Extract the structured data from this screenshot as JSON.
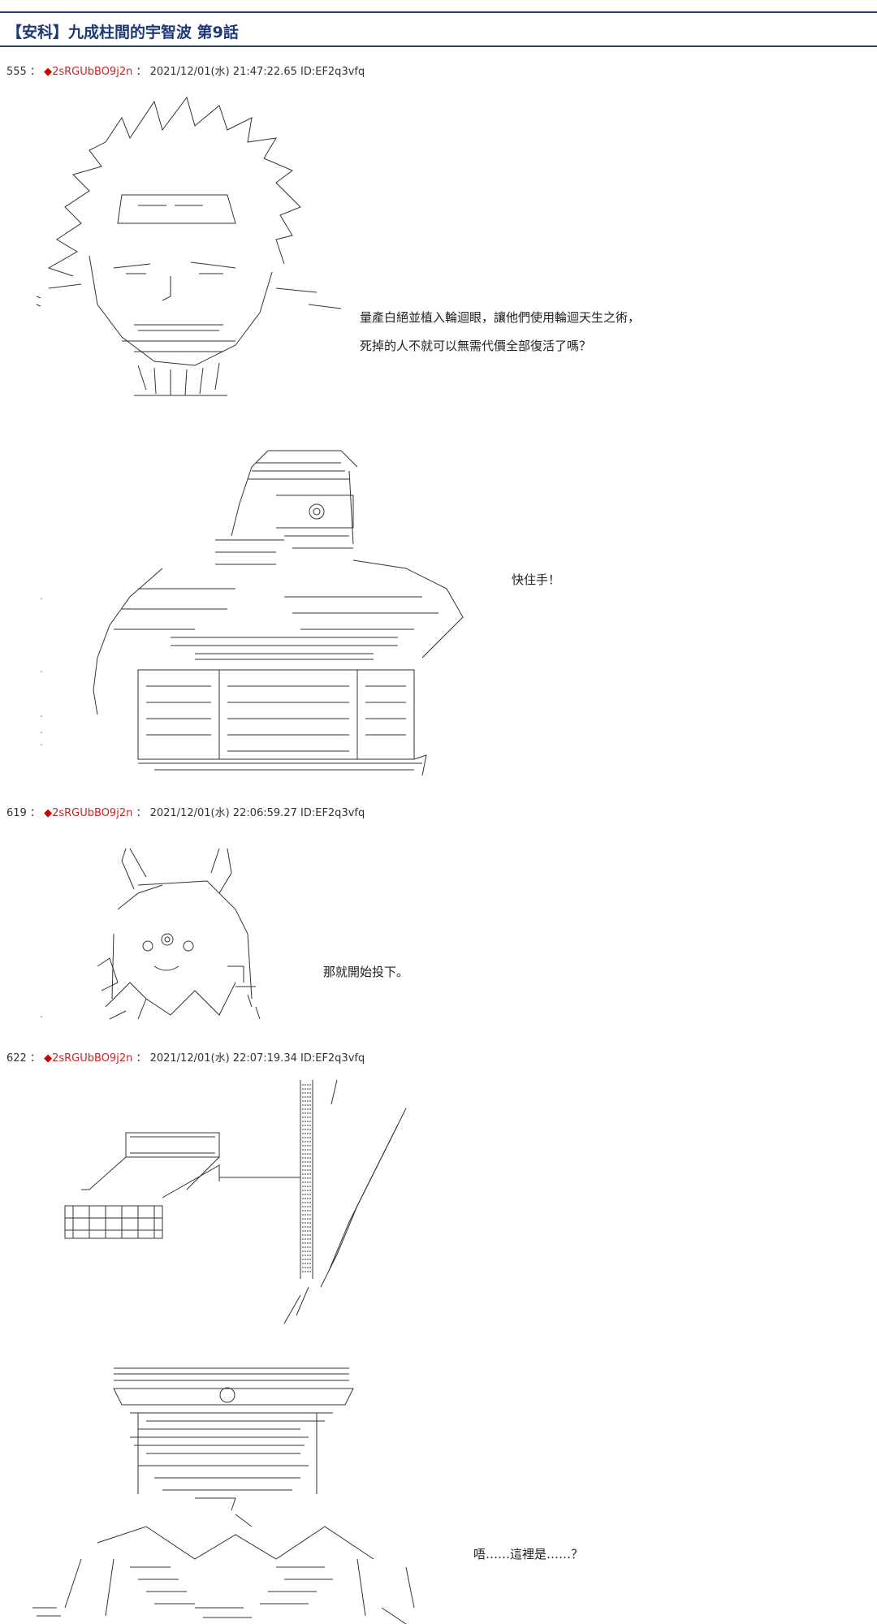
{
  "thread_title": "【安科】九成柱間的宇智波 第9話",
  "posts": [
    {
      "number": "555",
      "trip": "2sRGUbBO9j2n",
      "datetime": "2021/12/01(水) 21:47:22.65",
      "id": "ID:EF2q3vfq",
      "dialogue": [
        "量產白絕並植入輪迴眼，讓他們使用輪迴天生之術，",
        "死掉的人不就可以無需代價全部復活了嗎？",
        "快住手！"
      ]
    },
    {
      "number": "619",
      "trip": "2sRGUbBO9j2n",
      "datetime": "2021/12/01(水) 22:06:59.27",
      "id": "ID:EF2q3vfq",
      "dialogue": [
        "那就開始投下。"
      ]
    },
    {
      "number": "622",
      "trip": "2sRGUbBO9j2n",
      "datetime": "2021/12/01(水) 22:07:19.34",
      "id": "ID:EF2q3vfq",
      "dialogue": [
        "唔……這裡是……？"
      ]
    }
  ],
  "separator": " ： ",
  "diamond": "◆",
  "colors": {
    "title": "#1d3a78",
    "border": "#2a3f6a",
    "trip": "#cc2222"
  }
}
